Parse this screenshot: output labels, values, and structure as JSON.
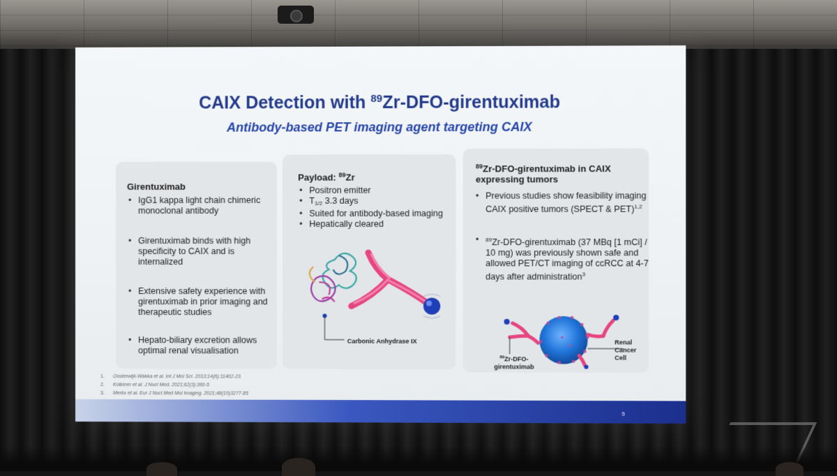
{
  "slide": {
    "title_prefix": "CAIX Detection with ",
    "title_sup": "89",
    "title_suffix": "Zr-DFO-girentuximab",
    "subtitle": "Antibody-based PET imaging agent targeting CAIX",
    "panel1": {
      "heading": "Girentuximab",
      "bullets": [
        "IgG1 kappa light chain chimeric monoclonal antibody",
        "Girentuximab binds with high specificity to CAIX and is internalized",
        "Extensive safety experience with girentuximab in prior imaging and therapeutic studies",
        "Hepato-biliary excretion allows optimal renal visualisation"
      ]
    },
    "panel2": {
      "heading_prefix": "Payload: ",
      "heading_sup": "89",
      "heading_suffix": "Zr",
      "bullet1": "Positron emitter",
      "bullet2_t": "T",
      "bullet2_sub": "1/2",
      "bullet2_rest": " 3.3 days",
      "bullet3": "Suited for antibody-based imaging",
      "bullet4": "Hepatically cleared",
      "figure_label": "Carbonic Anhydrase IX"
    },
    "panel3": {
      "heading_sup": "89",
      "heading_text": "Zr-DFO-girentuximab in CAIX expressing tumors",
      "bullet1_text": "Previous studies show feasibility imaging CAIX positive tumors (SPECT & PET)",
      "bullet1_sup": "1,2",
      "bullet2_sup": "89",
      "bullet2_text": "Zr-DFO-girentuximab (37 MBq [1 mCi] / 10 mg) was previously shown safe and allowed PET/CT imaging of ccRCC at 4-7 days after administration",
      "bullet2_ref": "3",
      "figure_label_left_sup": "89",
      "figure_label_left_a": "Zr-DFO-",
      "figure_label_left_b": "girentuximab",
      "figure_label_right_1": "Renal",
      "figure_label_right_2": "Cancer",
      "figure_label_right_3": "Cell"
    },
    "footnotes": [
      {
        "n": "1.",
        "text": "Oosterwijk-Wakka et al. Int J Mol Sci. 2013;14(6):11402-23."
      },
      {
        "n": "2.",
        "text": "Kolkerer et al. J Nucl Med. 2021;62(3):360-5"
      },
      {
        "n": "3.",
        "text": "Merkx et al. Eur J Nucl Med Mol Imaging. 2021;48(10)3277-85"
      }
    ],
    "page_number": "5"
  },
  "colors": {
    "title": "#233b8a",
    "subtitle": "#2645a8",
    "antibody": "#e6457f",
    "cell": "#1f74d8"
  }
}
